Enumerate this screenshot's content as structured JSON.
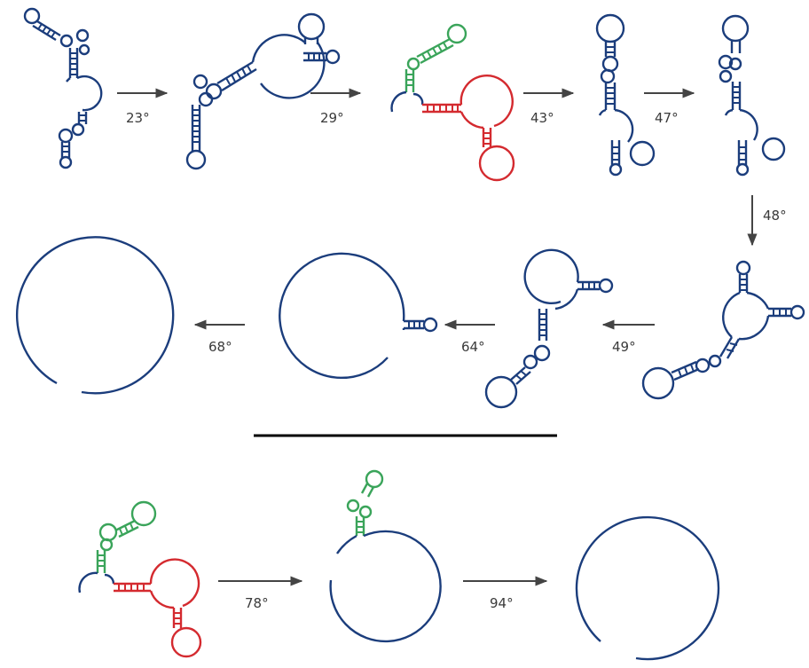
{
  "diagram": {
    "colors": {
      "strand": "#1b3d7c",
      "helix_red": "#d42a2f",
      "helix_green": "#3aa45a",
      "arrow": "#444444",
      "divider": "#000000"
    },
    "transitions": [
      {
        "label": "23°"
      },
      {
        "label": "29°"
      },
      {
        "label": "43°"
      },
      {
        "label": "47°"
      },
      {
        "label": "48°"
      },
      {
        "label": "49°"
      },
      {
        "label": "64°"
      },
      {
        "label": "68°"
      },
      {
        "label": "78°"
      },
      {
        "label": "94°"
      }
    ]
  }
}
